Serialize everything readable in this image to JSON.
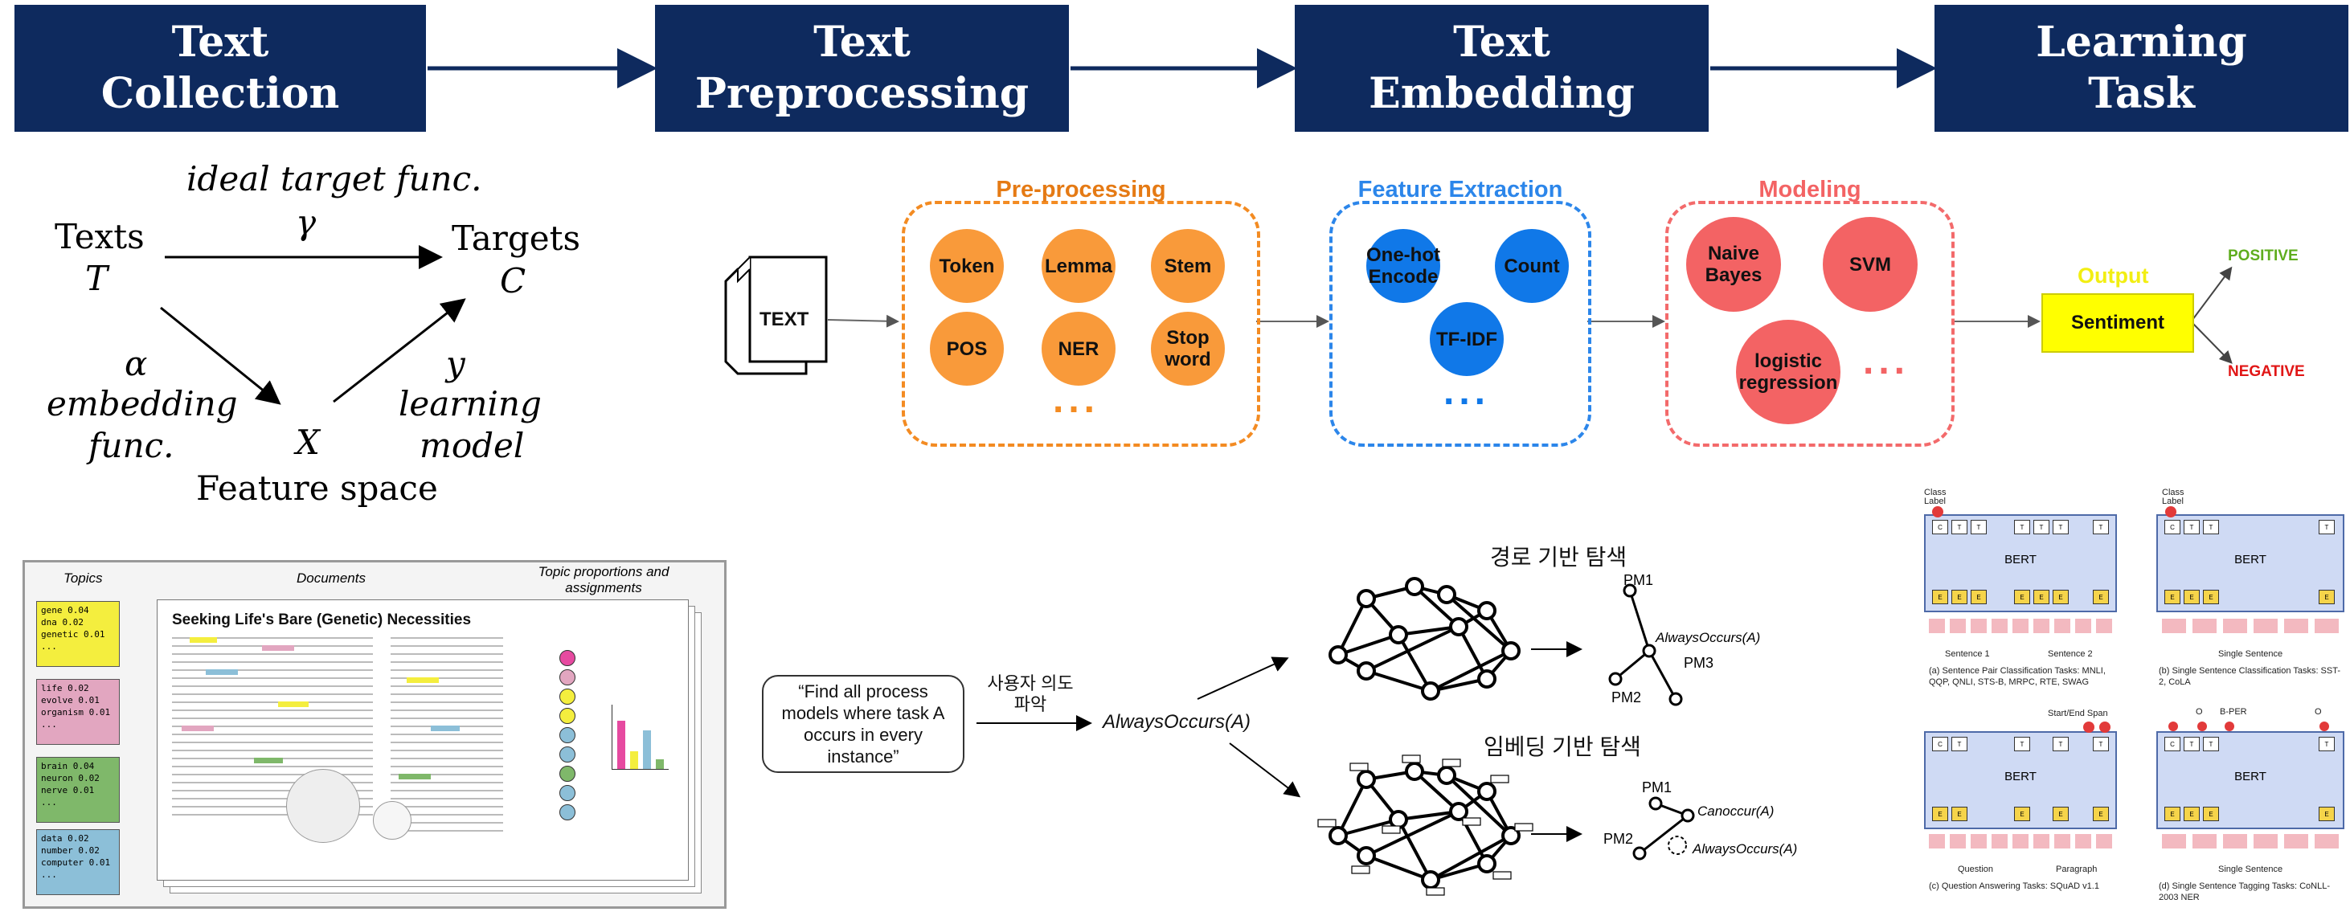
{
  "stages": [
    {
      "line1": "Text",
      "line2": "Collection"
    },
    {
      "line1": "Text",
      "line2": "Preprocessing"
    },
    {
      "line1": "Text",
      "line2": "Embedding"
    },
    {
      "line1": "Learning",
      "line2": "Task"
    }
  ],
  "math_diagram": {
    "top_label": "ideal target func.",
    "gamma": "γ",
    "texts_label": "Texts",
    "texts_symbol": "T",
    "targets_label": "Targets",
    "targets_symbol": "C",
    "alpha": "α",
    "embedding_line1": "embedding",
    "embedding_line2": "func.",
    "x_symbol": "X",
    "y_symbol": "y",
    "learning_line1": "learning",
    "learning_line2": "model",
    "feature_space": "Feature space"
  },
  "pipeline": {
    "text_doc": "TEXT",
    "preprocessing": {
      "title": "Pre-processing",
      "items": [
        "Token",
        "Lemma",
        "Stem",
        "POS",
        "NER",
        "Stop word"
      ],
      "more": "..."
    },
    "feature_extraction": {
      "title": "Feature Extraction",
      "items": [
        "One-hot Encode",
        "Count",
        "TF-IDF"
      ],
      "more": "..."
    },
    "modeling": {
      "title": "Modeling",
      "items": [
        "Naive Bayes",
        "SVM",
        "logistic regression"
      ],
      "more": "..."
    },
    "output": {
      "title": "Output",
      "value": "Sentiment",
      "positive": "POSITIVE",
      "negative": "NEGATIVE"
    }
  },
  "lda": {
    "topics_header": "Topics",
    "documents_header": "Documents",
    "proportions_header": "Topic proportions and assignments",
    "topics": [
      {
        "words": [
          "gene 0.04",
          "dna 0.02",
          "genetic 0.01",
          "..."
        ],
        "color": "#f4ee3e"
      },
      {
        "words": [
          "life 0.02",
          "evolve 0.01",
          "organism 0.01",
          "..."
        ],
        "color": "#e2a6c0"
      },
      {
        "words": [
          "brain 0.04",
          "neuron 0.02",
          "nerve 0.01",
          "..."
        ],
        "color": "#7fb86a"
      },
      {
        "words": [
          "data 0.02",
          "number 0.02",
          "computer 0.01",
          "..."
        ],
        "color": "#8cbfd8"
      }
    ],
    "article_title": "Seeking Life's Bare (Genetic) Necessities"
  },
  "search": {
    "query": "“Find all process models where task A occurs in every instance”",
    "intent_line1": "사용자 의도",
    "intent_line2": "파악",
    "formula": "AlwaysOccurs(A)",
    "path_title": "경로 기반 탐색",
    "embed_title": "임베딩 기반 탐색",
    "path_result": {
      "pm1": "PM1",
      "pm2": "PM2",
      "pm3": "PM3",
      "rel": "AlwaysOccurs(A)"
    },
    "embed_result": {
      "pm1": "PM1",
      "pm2": "PM2",
      "rel1": "Canoccur(A)",
      "rel2": "AlwaysOccurs(A)"
    }
  },
  "bert": {
    "model_label": "BERT",
    "class_label": "Class Label",
    "panels": [
      {
        "caption": "(a) Sentence Pair Classification Tasks: MNLI, QQP, QNLI, STS-B, MRPC, RTE, SWAG",
        "seg1": "Sentence 1",
        "seg2": "Sentence 2"
      },
      {
        "caption": "(b) Single Sentence Classification Tasks: SST-2, CoLA",
        "seg1": "Single Sentence",
        "seg2": ""
      },
      {
        "caption": "(c) Question Answering Tasks: SQuAD v1.1",
        "seg1": "Question",
        "seg2": "Paragraph",
        "span": "Start/End Span"
      },
      {
        "caption": "(d) Single Sentence Tagging Tasks: CoNLL-2003 NER",
        "seg1": "Single Sentence",
        "seg2": "",
        "tags": [
          "O",
          "B-PER",
          "O"
        ]
      }
    ]
  }
}
